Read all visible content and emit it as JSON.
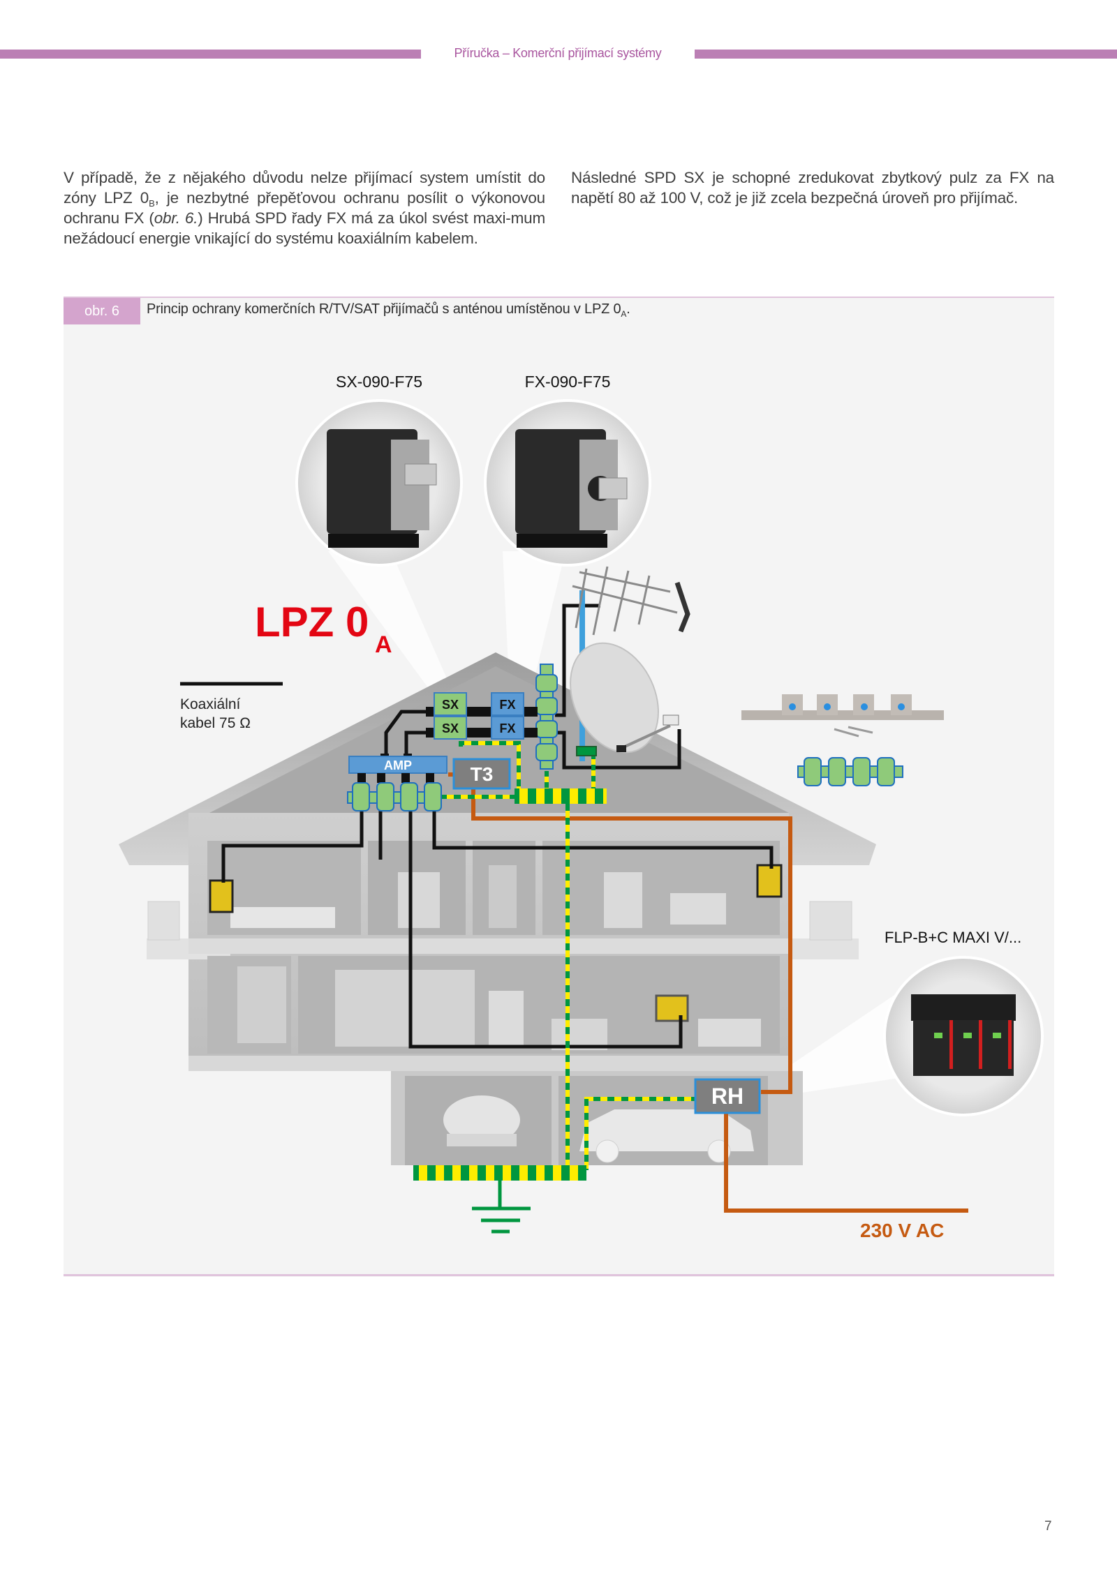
{
  "header": {
    "title": "Příručka – Komerční přijímací systémy",
    "accent_color": "#bb7fb4"
  },
  "body_text": {
    "left_paragraph": {
      "part1": "V případě, že z nějakého důvodu nelze přijímací system umístit do zóny LPZ 0",
      "sub1": "B",
      "part2": ", je nezbytné přepěťovou ochranu posílit o výkonovou ochranu FX (",
      "italic": "obr. 6.",
      "part3": ") Hrubá SPD řady FX má za úkol svést maxi-mum nežádoucí energie vnikající do systému koaxiálním kabelem."
    },
    "right_paragraph": "Následné SPD SX je schopné zredukovat zbytkový pulz za FX na napětí 80 až 100 V, což je již zcela bezpečná úroveň pro přijímač."
  },
  "figure": {
    "tag": "obr. 6",
    "caption": "Princip ochrany komerčních R/TV/SAT přijímačů s anténou umístěnou v LPZ 0",
    "caption_sub": "A",
    "caption_end": ".",
    "labels": {
      "sx_product": "SX-090-F75",
      "fx_product": "FX-090-F75",
      "flp_product": "FLP-B+C MAXI V/...",
      "zone": "LPZ 0",
      "zone_sub": "A",
      "legend_line1": "Koaxiální",
      "legend_line2": "kabel 75 Ω",
      "sx1": "SX",
      "sx2": "SX",
      "fx1": "FX",
      "fx2": "FX",
      "amp": "AMP",
      "t3": "T3",
      "rh": "RH",
      "power": "230 V AC"
    },
    "colors": {
      "zone_red": "#e30613",
      "power_orange": "#c55a11",
      "sx_green": "#8fca7a",
      "fx_blue": "#5b9bd5",
      "earth_green": "#00963f",
      "earth_yellow": "#ffed00",
      "box_gray": "#7f7f7f"
    }
  },
  "footer": {
    "page_number": "7"
  }
}
